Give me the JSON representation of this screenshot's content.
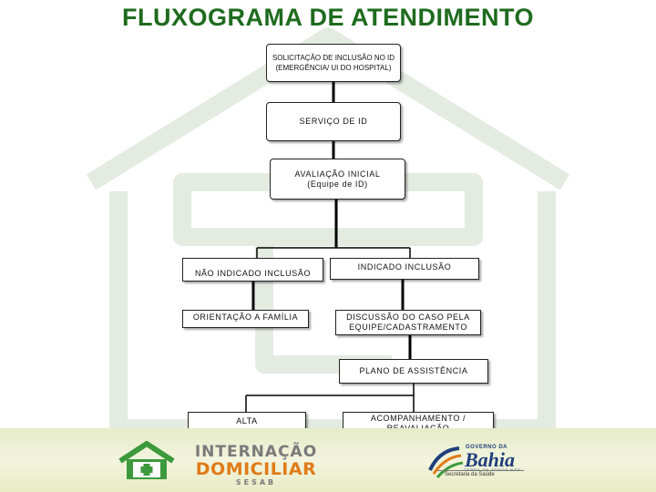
{
  "title": "FLUXOGRAMA DE ATENDIMENTO",
  "nodes": {
    "solicitacao": [
      "SOLICITAÇÃO DE INCLUSÃO NO ID",
      "(EMERGÊNCIA/ UI DO HOSPITAL)"
    ],
    "servico": "SERVIÇO DE ID",
    "avaliacao": [
      "AVALIAÇÃO INICIAL",
      "(Equipe de ID)"
    ],
    "nao_indicado": "NÃO INDICADO INCLUSÃO",
    "indicado": "INDICADO INCLUSÃO",
    "orientacao": "ORIENTAÇÃO A FAMÍLIA",
    "discussao": [
      "DISCUSSÃO DO CASO PELA",
      "EQUIPE/CADASTRAMENTO"
    ],
    "plano": "PLANO DE ASSISTÊNCIA",
    "alta": "ALTA",
    "acompanhamento": [
      "ACOMPANHAMENTO /",
      "REAVALIAÇÃO"
    ]
  },
  "footer": {
    "logo_left": {
      "line1": "INTERNAÇÃO",
      "line2": "DOMICILIAR",
      "line3": "SESAB"
    },
    "logo_right": {
      "gov": "GOVERNO DA",
      "state": "Bahia",
      "tagline": "TERRA DE TODOS NÓS",
      "secretaria": "Secretaria da Saúde"
    }
  },
  "colors": {
    "title": "#1e6b1e",
    "watermark": "#dfe9dd",
    "connector": "#000000",
    "footer_bg": "#e9edcc",
    "logo_green": "#3c9a3c",
    "logo_orange": "#e07b18",
    "bahia_blue": "#1f3f7a"
  }
}
